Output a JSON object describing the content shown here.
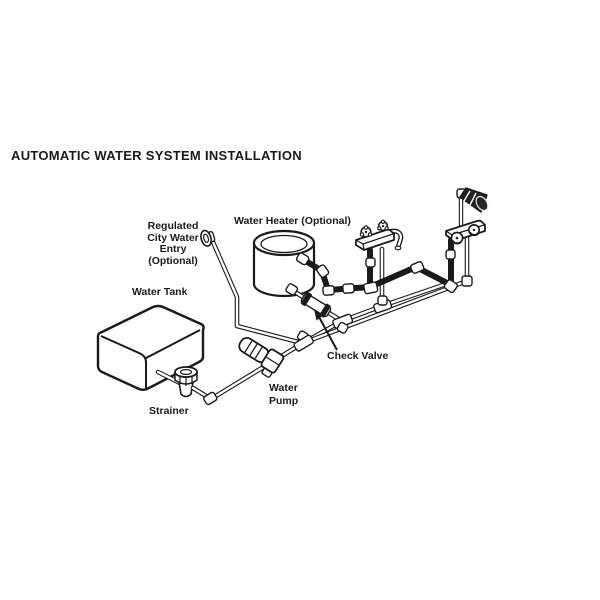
{
  "title": "AUTOMATIC WATER SYSTEM INSTALLATION",
  "labels": {
    "city_water_entry": "Regulated\nCity Water\nEntry\n(Optional)",
    "water_heater": "Water Heater (Optional)",
    "water_tank": "Water Tank",
    "strainer": "Strainer",
    "water_pump": "Water\nPump",
    "check_valve": "Check Valve"
  },
  "colors": {
    "ink": "#1a1a1a",
    "paper": "#ffffff",
    "fixture_dark": "#242424"
  }
}
